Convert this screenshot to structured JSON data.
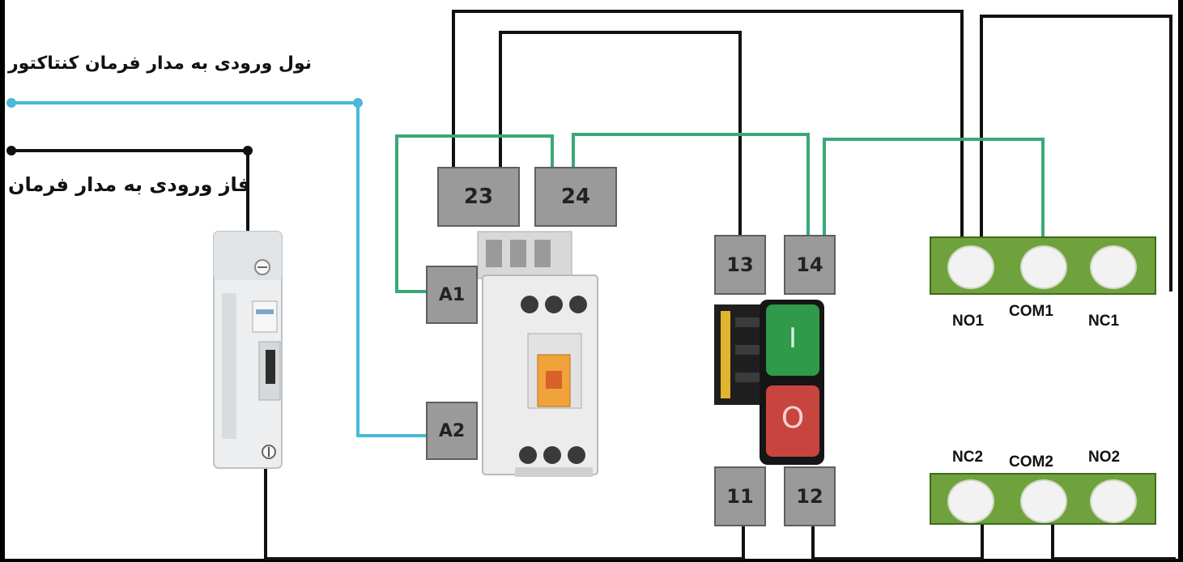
{
  "labels": {
    "neutral_input": "نول ورودی به مدار فرمان کنتاکتور",
    "phase_input": "فاز ورودی به مدار فرمان"
  },
  "contactor_terminals": {
    "t23": "23",
    "t24": "24",
    "a1": "A1",
    "a2": "A2"
  },
  "pushbutton_terminals": {
    "t13": "13",
    "t14": "14",
    "t11": "11",
    "t12": "12"
  },
  "relay_top": {
    "no1": "NO1",
    "com1": "COM1",
    "nc1": "NC1"
  },
  "relay_bottom": {
    "nc2": "NC2",
    "com2": "COM2",
    "no2": "NO2"
  },
  "button_symbols": {
    "start": "I",
    "stop": "O"
  },
  "colors": {
    "neutral_wire": "#49b9d9",
    "phase_wire": "#111111",
    "control_wire": "#3aa878",
    "terminal": "#9a9a9a",
    "relay_block": "#6fa23c",
    "start_button": "#2e9a4a",
    "stop_button": "#c8453f"
  }
}
